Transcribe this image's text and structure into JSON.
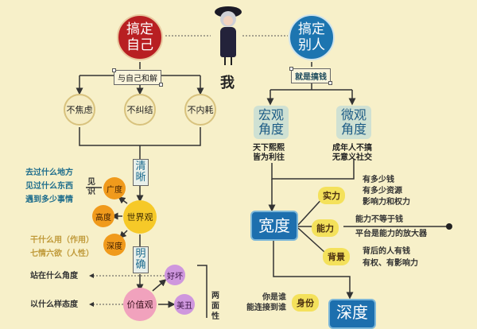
{
  "title_center": "我",
  "left_branch": {
    "root": "搞定自己",
    "connector_label": "与自己和解",
    "children": [
      "不焦虑",
      "不纠结",
      "不内耗"
    ],
    "flow_label_1": "清晰",
    "worldview": {
      "center": "世界观",
      "nodes": [
        "广度",
        "高度",
        "深度"
      ],
      "jianshi_label": "见识",
      "breadth_notes": [
        "去过什么地方",
        "见过什么东西",
        "遇到多少事情"
      ],
      "depth_notes": [
        "干什么用（作用）",
        "七情六欲（人性）"
      ]
    },
    "flow_label_2": "明确",
    "values": {
      "center": "价值观",
      "nodes": [
        "好坏",
        "美丑"
      ],
      "notes": [
        "站在什么角度",
        "以什么样态度"
      ],
      "side_label": "两面性"
    }
  },
  "right_branch": {
    "root": "搞定别人",
    "connector_label": "就是搞钱",
    "perspectives": [
      {
        "label": "宏观角度",
        "note_lines": [
          "天下熙熙",
          "皆为利往"
        ]
      },
      {
        "label": "微观角度",
        "note_lines": [
          "成年人不搞",
          "无意义社交"
        ]
      }
    ],
    "breadth": {
      "label": "宽度",
      "factors": [
        {
          "label": "实力",
          "notes": [
            "有多少钱",
            "有多少资源",
            "影响力和权力"
          ]
        },
        {
          "label": "能力",
          "notes": [
            "能力不等于钱",
            "平台是能力的放大器"
          ]
        },
        {
          "label": "背景",
          "notes": [
            "背后的人有钱",
            "有权、有影响力"
          ]
        }
      ]
    },
    "depth": {
      "label": "深度",
      "factor": {
        "label": "身份",
        "notes": [
          "你是谁",
          "能连接到谁"
        ]
      }
    }
  },
  "colors": {
    "background": "#f7f0c9",
    "left_root": "#b81f22",
    "right_root": "#1d75b0",
    "orange_node": "#f09a1c",
    "yellow_node": "#f6c928",
    "pink_node": "#f1a2bd",
    "purple_node": "#cf97de",
    "blue_box": "#1d6fae",
    "yellow_pill": "#f4e15b",
    "teal_box": "#cfe1d3"
  }
}
